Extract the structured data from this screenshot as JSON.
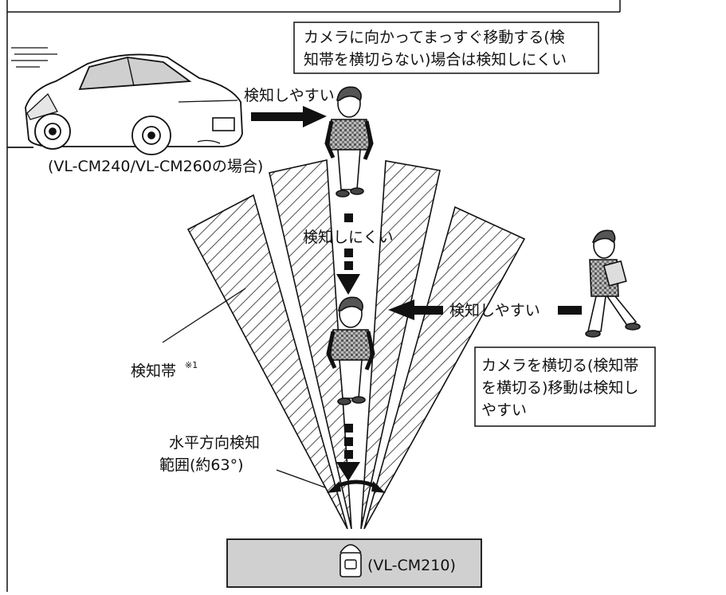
{
  "labels": {
    "easy_car": "検知しやすい",
    "car_caption": "(VL-CM240/VL-CM260の場合)",
    "hard_center": "検知しにくい",
    "easy_side": "検知しやすい",
    "zone": "検知帯",
    "zone_note": "※1",
    "range_line1": "水平方向検知",
    "range_line2": "範囲(約63°)",
    "camera_model": "(VL-CM210)"
  },
  "notes": {
    "toward_line1": "カメラに向かってまっすぐ移動する(検",
    "toward_line2": "知帯を横切らない)場合は検知しにくい",
    "across_line1": "カメラを横切る(検知帯",
    "across_line2": "を横切る)移動は検知し",
    "across_line3": "やすい"
  },
  "icons": [
    "car-icon",
    "person-icon",
    "camera-icon",
    "arrow-right-icon",
    "arrow-left-icon",
    "arrow-down-icon",
    "detection-zone"
  ]
}
